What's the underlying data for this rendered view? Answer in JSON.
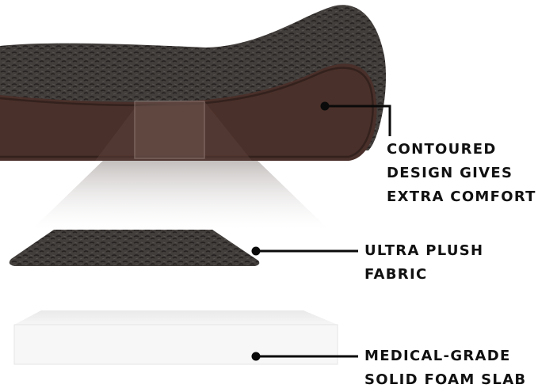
{
  "colors": {
    "background": "#ffffff",
    "fur": "#3f3b3a",
    "fur_dark": "#2a2726",
    "suede": "#4a302a",
    "suede_piping": "#3a2520",
    "foam": "#f3f3f3",
    "callout_line": "#0a0a0a",
    "text": "#111111"
  },
  "callouts": [
    {
      "id": "contoured",
      "lines": [
        "CONTOURED",
        "DESIGN GIVES",
        "EXTRA COMFORT"
      ]
    },
    {
      "id": "fabric",
      "lines": [
        "ULTRA PLUSH",
        "FABRIC"
      ]
    },
    {
      "id": "foam",
      "lines": [
        "MEDICAL-GRADE",
        "SOLID FOAM SLAB"
      ]
    }
  ]
}
